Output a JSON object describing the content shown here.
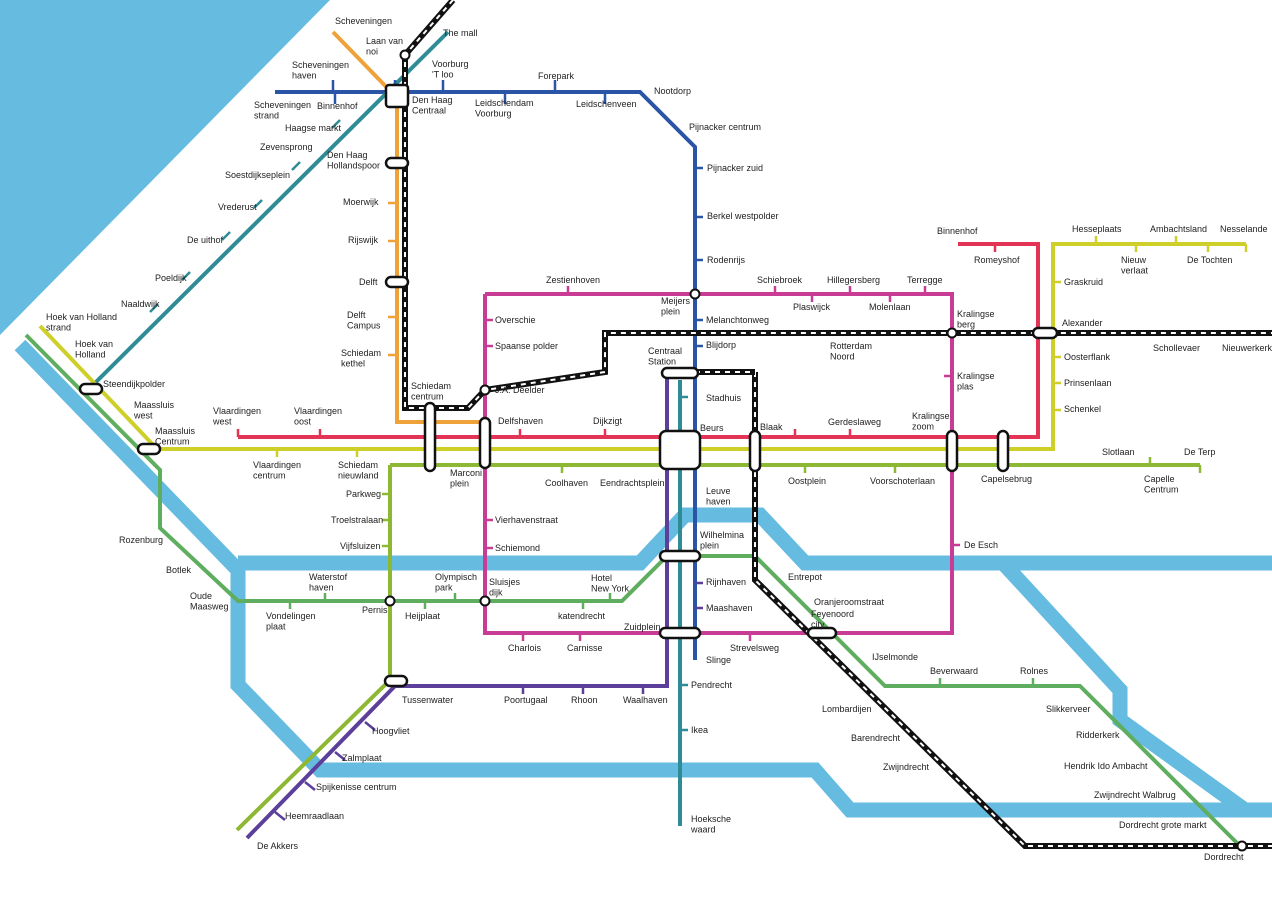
{
  "colors": {
    "water": "#66bbe0",
    "orange": "#f0a23a",
    "blue": "#2a54a6",
    "teal": "#2f8c96",
    "magenta": "#c83c96",
    "red": "#e33456",
    "yellow": "#cfcf2a",
    "lime": "#8db833",
    "green": "#5fae5f",
    "purple": "#5b3f9a",
    "rail": "#111111"
  },
  "stations": [
    {
      "id": "scheveningen",
      "label": "Scheveningen"
    },
    {
      "id": "laan-van-noi",
      "label": "Laan van\nnoi"
    },
    {
      "id": "the-mall",
      "label": "The mall"
    },
    {
      "id": "scheveningen-haven",
      "label": "Scheveningen\nhaven"
    },
    {
      "id": "voorburg-t-loo",
      "label": "Voorburg\n'T loo"
    },
    {
      "id": "forepark",
      "label": "Forepark"
    },
    {
      "id": "nootdorp",
      "label": "Nootdorp"
    },
    {
      "id": "scheveningen-strand",
      "label": "Scheveningen\nstrand"
    },
    {
      "id": "binnenhof-dh",
      "label": "Binnenhof"
    },
    {
      "id": "den-haag-centraal",
      "label": "Den Haag\nCentraal"
    },
    {
      "id": "leidschendam-voorburg",
      "label": "Leidschendam\nVoorburg"
    },
    {
      "id": "leidschenveen",
      "label": "Leidschenveen"
    },
    {
      "id": "pijnacker-centrum",
      "label": "Pijnacker centrum"
    },
    {
      "id": "haagse-markt",
      "label": "Haagse markt"
    },
    {
      "id": "zevensprong",
      "label": "Zevensprong"
    },
    {
      "id": "den-haag-hs",
      "label": "Den Haag\nHollandspoor"
    },
    {
      "id": "soestdijkseplein",
      "label": "Soestdijkseplein"
    },
    {
      "id": "pijnacker-zuid",
      "label": "Pijnacker zuid"
    },
    {
      "id": "moerwijk",
      "label": "Moerwijk"
    },
    {
      "id": "vrederust",
      "label": "Vrederust"
    },
    {
      "id": "berkel-westpolder",
      "label": "Berkel westpolder"
    },
    {
      "id": "rijswijk",
      "label": "Rijswijk"
    },
    {
      "id": "de-uithof",
      "label": "De uithof"
    },
    {
      "id": "binnenhof-rt",
      "label": "Binnenhof"
    },
    {
      "id": "hesseplaats",
      "label": "Hesseplaats"
    },
    {
      "id": "ambachtsland",
      "label": "Ambachtsland"
    },
    {
      "id": "nesselande",
      "label": "Nesselande"
    },
    {
      "id": "romeyshof",
      "label": "Romeyshof"
    },
    {
      "id": "nieuw-verlaat",
      "label": "Nieuw\nverlaat"
    },
    {
      "id": "de-tochten",
      "label": "De Tochten"
    },
    {
      "id": "rodenrijs",
      "label": "Rodenrijs"
    },
    {
      "id": "poeldijk",
      "label": "Poeldijk"
    },
    {
      "id": "delft",
      "label": "Delft"
    },
    {
      "id": "zestienhoven",
      "label": "Zestienhoven"
    },
    {
      "id": "schiebroek",
      "label": "Schiebroek"
    },
    {
      "id": "hillegersberg",
      "label": "Hillegersberg"
    },
    {
      "id": "terregge",
      "label": "Terregge"
    },
    {
      "id": "graskruid",
      "label": "Graskruid"
    },
    {
      "id": "naaldwijk",
      "label": "Naaldwijk"
    },
    {
      "id": "meijersplein",
      "label": "Meijers\nplein"
    },
    {
      "id": "plaswijck",
      "label": "Plaswijck"
    },
    {
      "id": "molenlaan",
      "label": "Molenlaan"
    },
    {
      "id": "delft-campus",
      "label": "Delft\nCampus"
    },
    {
      "id": "overschie",
      "label": "Overschie"
    },
    {
      "id": "melanchtonweg",
      "label": "Melanchtonweg"
    },
    {
      "id": "kralingse-berg",
      "label": "Kralingse\nberg"
    },
    {
      "id": "alexander",
      "label": "Alexander"
    },
    {
      "id": "hoek-van-holland-strand",
      "label": "Hoek van Holland\nstrand"
    },
    {
      "id": "hoek-van-holland",
      "label": "Hoek van\nHolland"
    },
    {
      "id": "spaanse-polder",
      "label": "Spaanse polder"
    },
    {
      "id": "blijdorp",
      "label": "Blijdorp"
    },
    {
      "id": "rotterdam-noord",
      "label": "Rotterdam\nNoord"
    },
    {
      "id": "schollevaer",
      "label": "Schollevaer"
    },
    {
      "id": "nieuwerkerk",
      "label": "Nieuwerkerk"
    },
    {
      "id": "schiedam-kethel",
      "label": "Schiedam\nkethel"
    },
    {
      "id": "centraal-station",
      "label": "Centraal\nStation"
    },
    {
      "id": "oosterflank",
      "label": "Oosterflank"
    },
    {
      "id": "steendijkpolder",
      "label": "Steendijkpolder"
    },
    {
      "id": "ja-deelder",
      "label": "J.A. Deelder"
    },
    {
      "id": "kralingse-plas",
      "label": "Kralingse\nplas"
    },
    {
      "id": "prinsenlaan",
      "label": "Prinsenlaan"
    },
    {
      "id": "schiedam-centrum",
      "label": "Schiedam\ncentrum"
    },
    {
      "id": "stadhuis",
      "label": "Stadhuis"
    },
    {
      "id": "maassluis-west",
      "label": "Maassluis\nwest"
    },
    {
      "id": "schenkel",
      "label": "Schenkel"
    },
    {
      "id": "vlaardingen-west",
      "label": "Vlaardingen\nwest"
    },
    {
      "id": "vlaardingen-oost",
      "label": "Vlaardingen\noost"
    },
    {
      "id": "delfshaven",
      "label": "Delfshaven"
    },
    {
      "id": "dijkzigt",
      "label": "Dijkzigt"
    },
    {
      "id": "gerdeslaweg",
      "label": "Gerdeslaweg"
    },
    {
      "id": "kralingse-zoom",
      "label": "Kralingse\nzoom"
    },
    {
      "id": "maassluis-centrum",
      "label": "Maassluis\nCentrum"
    },
    {
      "id": "beurs",
      "label": "Beurs"
    },
    {
      "id": "blaak",
      "label": "Blaak"
    },
    {
      "id": "slotlaan",
      "label": "Slotlaan"
    },
    {
      "id": "de-terp",
      "label": "De Terp"
    },
    {
      "id": "vlaardingen-centrum",
      "label": "Vlaardingen\ncentrum"
    },
    {
      "id": "schiedam-nieuwland",
      "label": "Schiedam\nnieuwland"
    },
    {
      "id": "marconiplein",
      "label": "Marconi\nplein"
    },
    {
      "id": "coolhaven",
      "label": "Coolhaven"
    },
    {
      "id": "eendrachtsplein",
      "label": "Eendrachtsplein"
    },
    {
      "id": "oostplein",
      "label": "Oostplein"
    },
    {
      "id": "voorschoterlaan",
      "label": "Voorschoterlaan"
    },
    {
      "id": "capelsebrug",
      "label": "Capelsebrug"
    },
    {
      "id": "capelle-centrum",
      "label": "Capelle\nCentrum"
    },
    {
      "id": "parkweg",
      "label": "Parkweg"
    },
    {
      "id": "leuvehaven",
      "label": "Leuve\nhaven"
    },
    {
      "id": "troelstralaan",
      "label": "Troelstralaan"
    },
    {
      "id": "vierhavenstraat",
      "label": "Vierhavenstraat"
    },
    {
      "id": "wilhelminaplein",
      "label": "Wilhelmina\nplein"
    },
    {
      "id": "rozenburg",
      "label": "Rozenburg"
    },
    {
      "id": "vijfsluizen",
      "label": "Vijfsluizen"
    },
    {
      "id": "schiemond",
      "label": "Schiemond"
    },
    {
      "id": "de-esch",
      "label": "De Esch"
    },
    {
      "id": "botlek",
      "label": "Botlek"
    },
    {
      "id": "waterstofhaven",
      "label": "Waterstof\nhaven"
    },
    {
      "id": "olympisch-park",
      "label": "Olympisch\npark"
    },
    {
      "id": "hotel-new-york",
      "label": "Hotel\nNew York"
    },
    {
      "id": "entrepot",
      "label": "Entrepot"
    },
    {
      "id": "rijnhaven",
      "label": "Rijnhaven"
    },
    {
      "id": "sluisjesdijk",
      "label": "Sluisjes\ndijk"
    },
    {
      "id": "oude-maasweg",
      "label": "Oude\nMaasweg"
    },
    {
      "id": "pernis",
      "label": "Pernis"
    },
    {
      "id": "oranjeboomstraat",
      "label": "Oranjeroomstraat"
    },
    {
      "id": "feyenoord-city",
      "label": "Feyenoord\ncity"
    },
    {
      "id": "maashaven",
      "label": "Maashaven"
    },
    {
      "id": "vondelingenplaat",
      "label": "Vondelingen\nplaat"
    },
    {
      "id": "heijplaat",
      "label": "Heijplaat"
    },
    {
      "id": "katendrecht",
      "label": "katendrecht"
    },
    {
      "id": "zuidplein",
      "label": "Zuidplein"
    },
    {
      "id": "charlois",
      "label": "Charlois"
    },
    {
      "id": "carnisse",
      "label": "Carnisse"
    },
    {
      "id": "strevelsweg",
      "label": "Strevelsweg"
    },
    {
      "id": "slinge",
      "label": "Slinge"
    },
    {
      "id": "ijsselmonde",
      "label": "IJselmonde"
    },
    {
      "id": "pendrecht",
      "label": "Pendrecht"
    },
    {
      "id": "beverwaard",
      "label": "Beverwaard"
    },
    {
      "id": "rolnes",
      "label": "Rolnes"
    },
    {
      "id": "tussenwater",
      "label": "Tussenwater"
    },
    {
      "id": "poortugaal",
      "label": "Poortugaal"
    },
    {
      "id": "rhoon",
      "label": "Rhoon"
    },
    {
      "id": "waalhaven",
      "label": "Waalhaven"
    },
    {
      "id": "lombardijen",
      "label": "Lombardijen"
    },
    {
      "id": "slikkerveer",
      "label": "Slikkerveer"
    },
    {
      "id": "ikea",
      "label": "Ikea"
    },
    {
      "id": "hoogvliet",
      "label": "Hoogvliet"
    },
    {
      "id": "ridderkerk",
      "label": "Ridderkerk"
    },
    {
      "id": "barendrecht",
      "label": "Barendrecht"
    },
    {
      "id": "hendrik-ido-ambacht",
      "label": "Hendrik Ido Ambacht"
    },
    {
      "id": "zalmplaat",
      "label": "Zalmplaat"
    },
    {
      "id": "zwijndrecht",
      "label": "Zwijndrecht"
    },
    {
      "id": "spijkenisse-centrum",
      "label": "Spijkenisse centrum"
    },
    {
      "id": "zwijndrecht-walburg",
      "label": "Zwijndrecht Walbrug"
    },
    {
      "id": "heemraadlaan",
      "label": "Heemraadlaan"
    },
    {
      "id": "hoeksche-waard",
      "label": "Hoeksche\nwaard"
    },
    {
      "id": "dordrecht-grote-markt",
      "label": "Dordrecht grote markt"
    },
    {
      "id": "de-akkers",
      "label": "De Akkers"
    },
    {
      "id": "dordrecht",
      "label": "Dordrecht"
    }
  ]
}
